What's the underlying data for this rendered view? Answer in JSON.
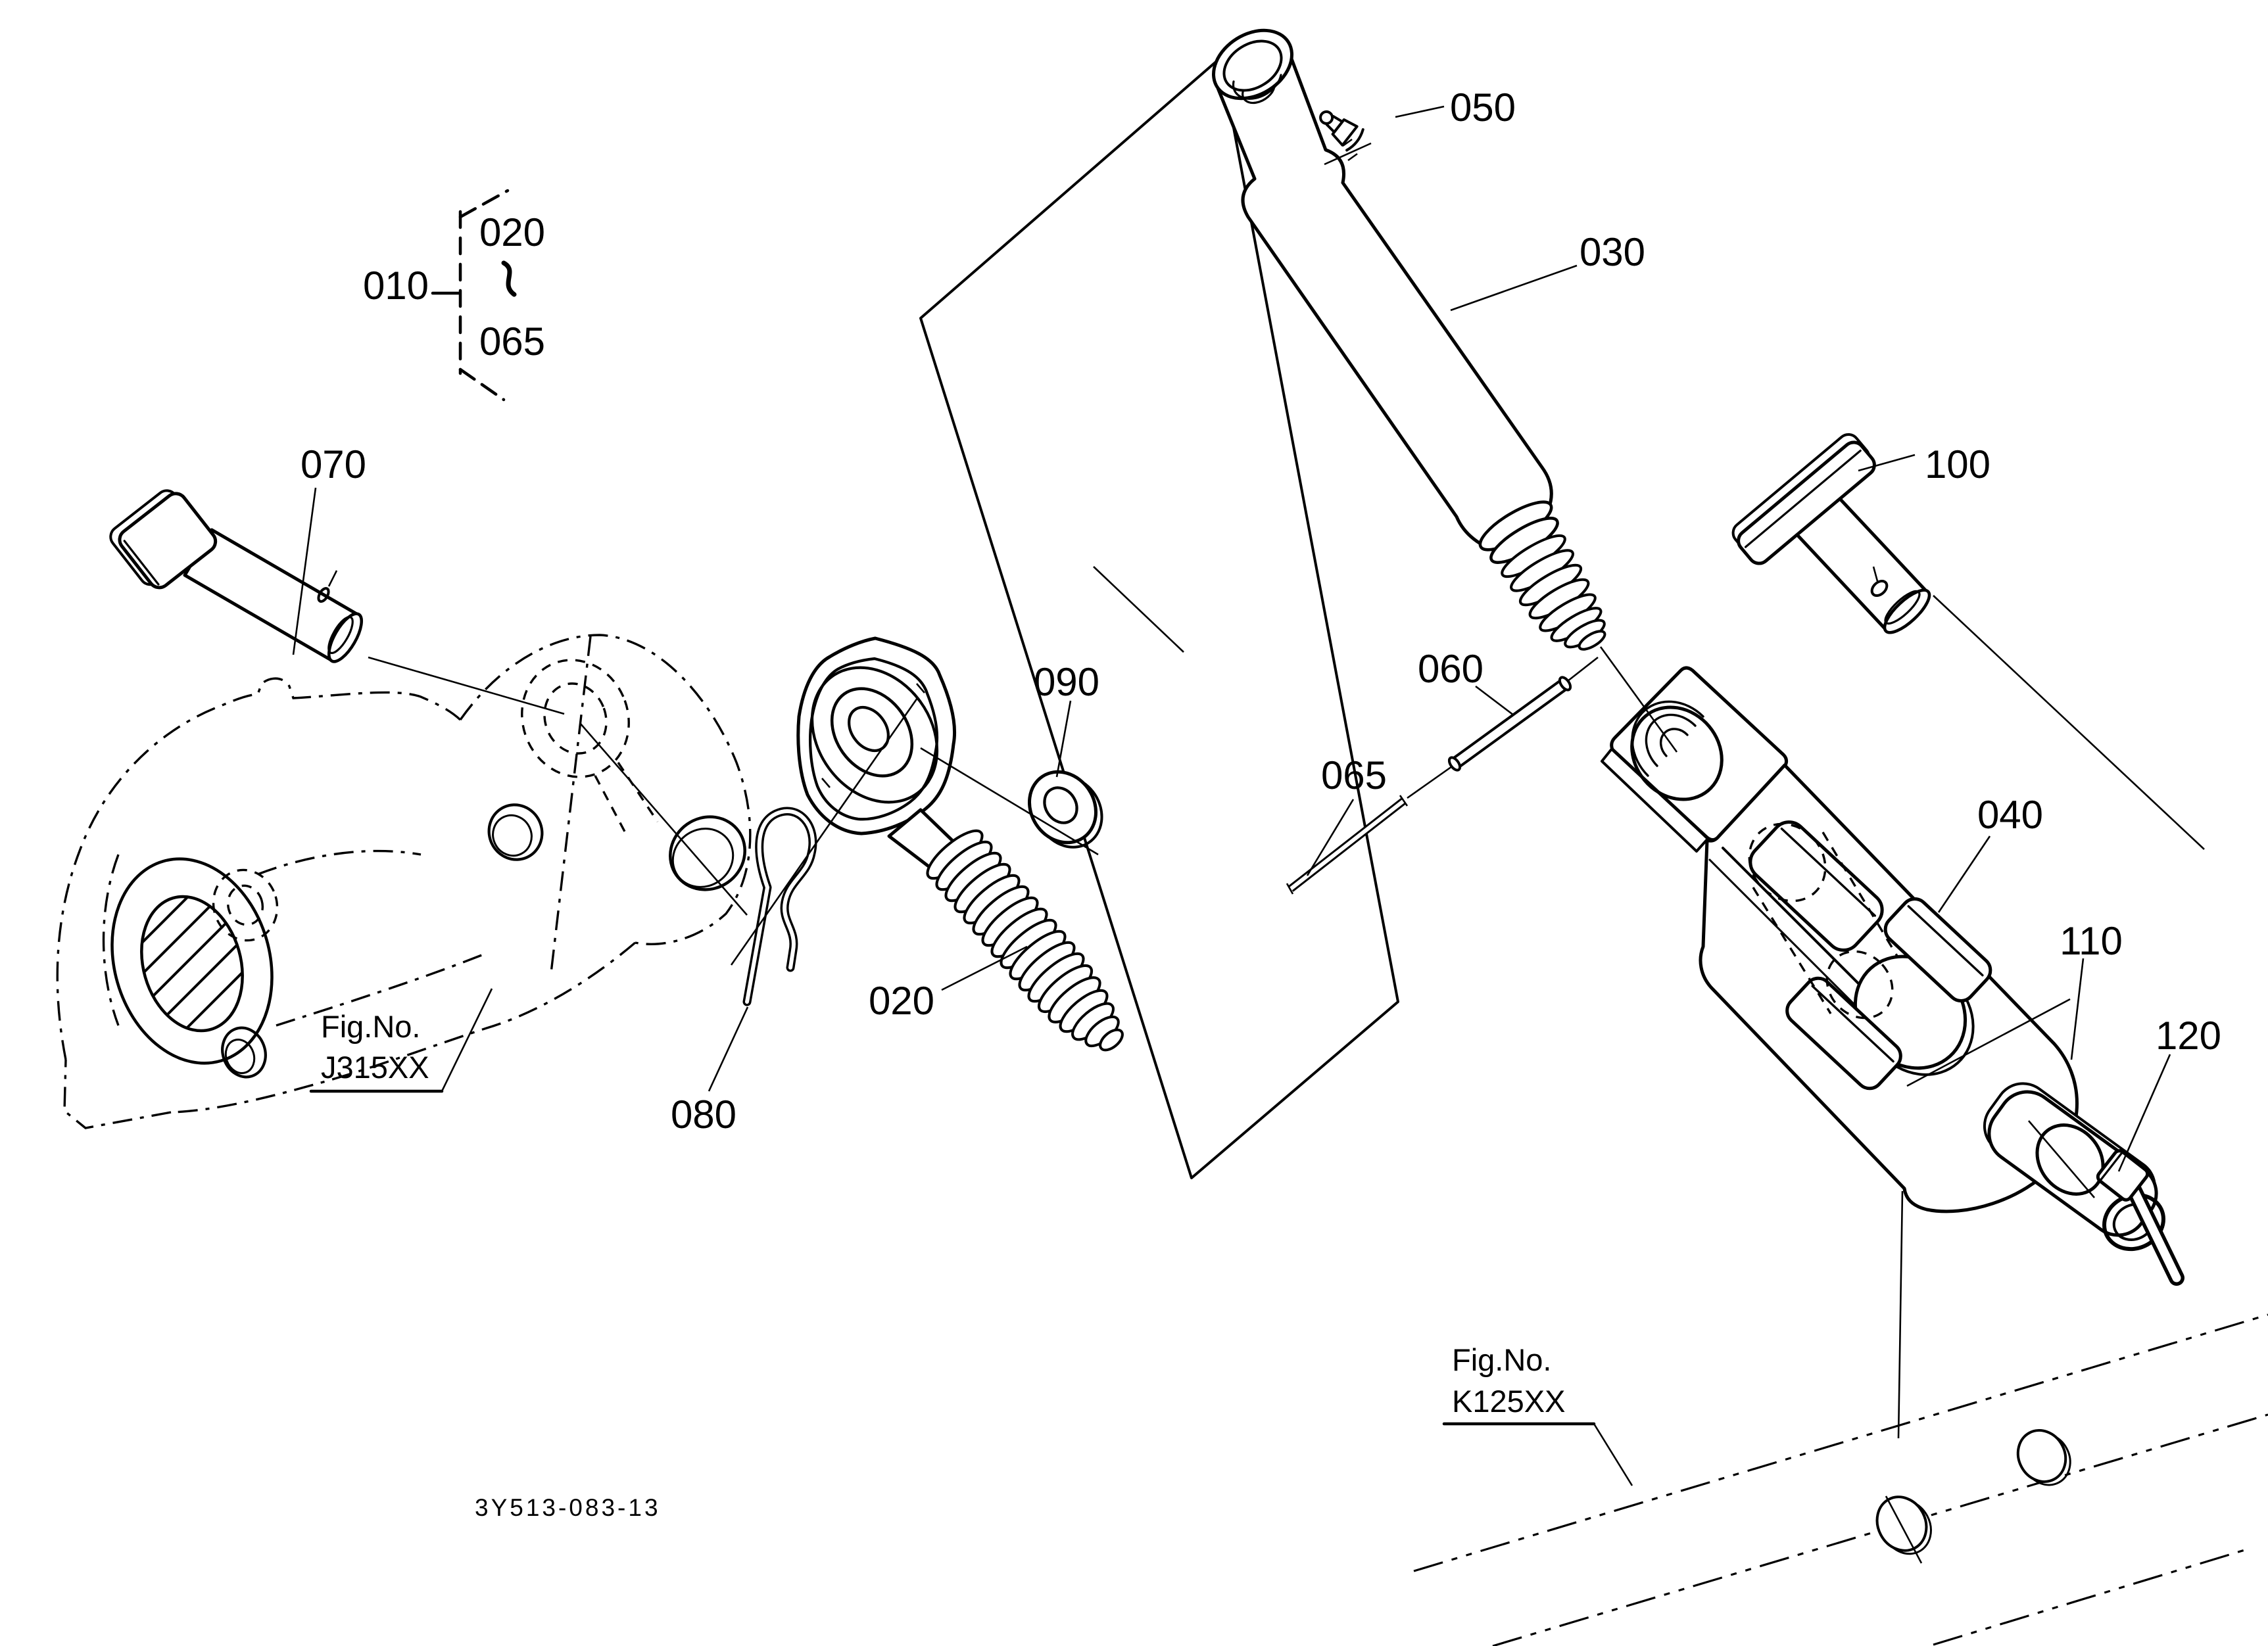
{
  "page": {
    "background": "#ffffff",
    "ink": "#000000"
  },
  "drawing_number": "3Y513-083-13",
  "group_callout": {
    "id": "010",
    "range_start": "020",
    "range_separator": "~",
    "range_end": "065"
  },
  "callouts": {
    "c020": "020",
    "c030": "030",
    "c040": "040",
    "c050": "050",
    "c060": "060",
    "c065": "065",
    "c070": "070",
    "c080": "080",
    "c090": "090",
    "c100": "100",
    "c110": "110",
    "c120": "120"
  },
  "figure_refs": {
    "j315": {
      "prefix": "Fig.No.",
      "code": "J315XX"
    },
    "k125": {
      "prefix": "Fig.No.",
      "code": "K125XX"
    }
  }
}
